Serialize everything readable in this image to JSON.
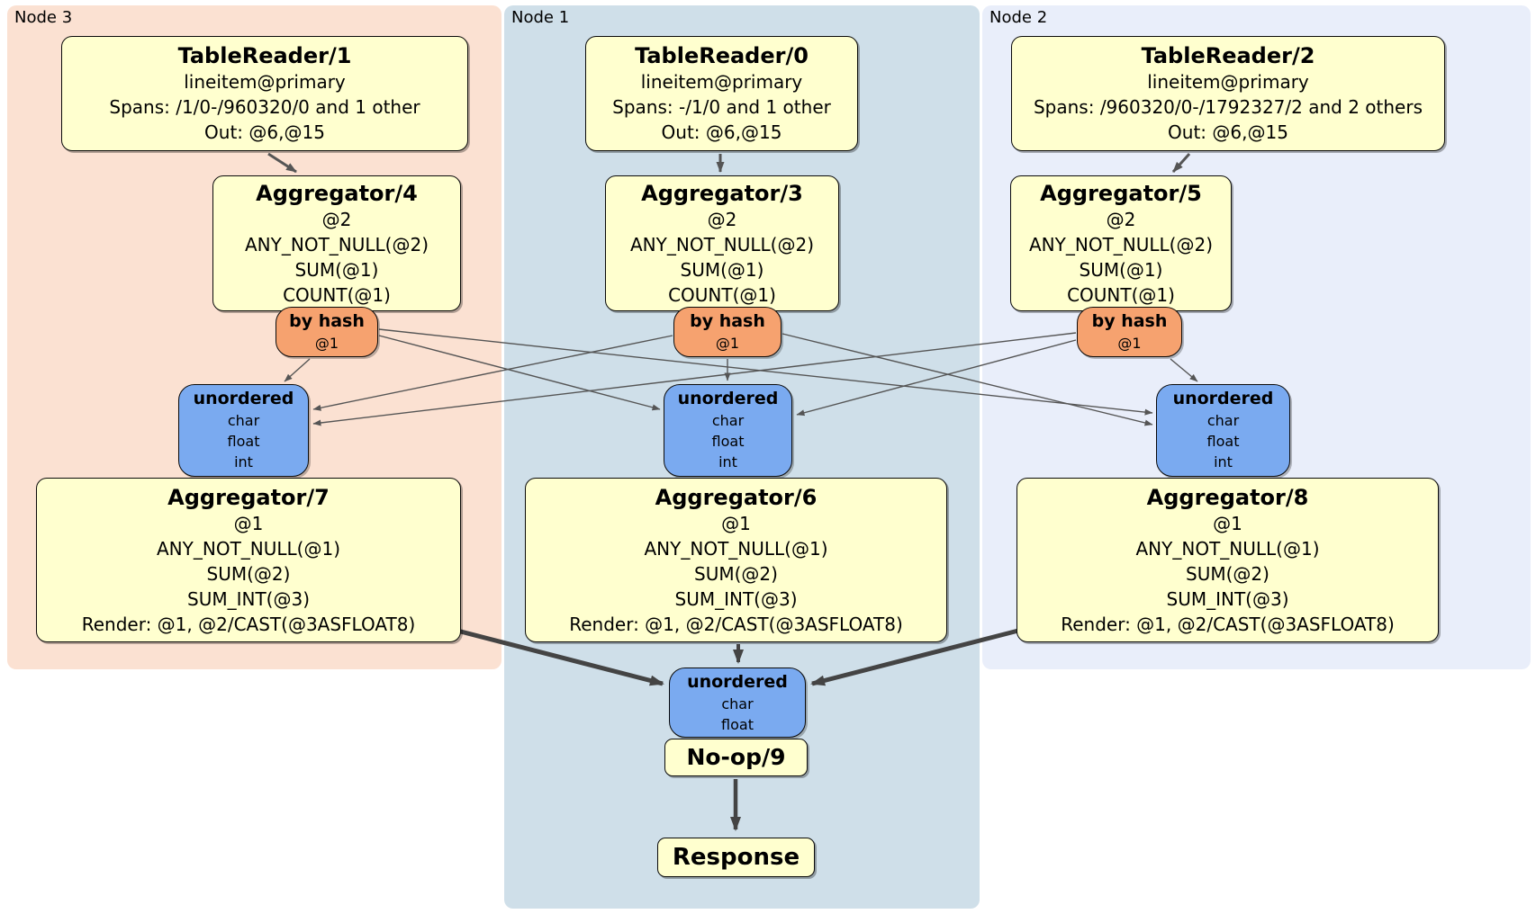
{
  "colors": {
    "node3_panel_bg": "#fbe1d2",
    "node1_panel_bg": "#cfdfe9",
    "node2_panel_bg": "#e9eefa",
    "processor_box_bg": "#ffffcf",
    "hash_router_bg": "#f6a26f",
    "sync_box_bg": "#7aaaf0",
    "edge_color": "#555555",
    "thick_edge_color": "#444444"
  },
  "nodes": [
    {
      "label": "Node 3",
      "table_reader": {
        "title": "TableReader/1",
        "index": "lineitem@primary",
        "spans": "Spans: /1/0-/960320/0 and 1 other",
        "out": "Out: @6,@15"
      },
      "pre_aggregator": {
        "title": "Aggregator/4",
        "group": "@2",
        "fns": [
          "ANY_NOT_NULL(@2)",
          "SUM(@1)",
          "COUNT(@1)"
        ]
      },
      "router": {
        "title": "by hash",
        "key": "@1"
      },
      "sync": {
        "title": "unordered",
        "streams": [
          "char",
          "float",
          "int"
        ]
      },
      "post_aggregator": {
        "title": "Aggregator/7",
        "group": "@1",
        "fns": [
          "ANY_NOT_NULL(@1)",
          "SUM(@2)",
          "SUM_INT(@3)"
        ],
        "render": "Render: @1, @2/CAST(@3ASFLOAT8)"
      }
    },
    {
      "label": "Node 1",
      "table_reader": {
        "title": "TableReader/0",
        "index": "lineitem@primary",
        "spans": "Spans: -/1/0 and 1 other",
        "out": "Out: @6,@15"
      },
      "pre_aggregator": {
        "title": "Aggregator/3",
        "group": "@2",
        "fns": [
          "ANY_NOT_NULL(@2)",
          "SUM(@1)",
          "COUNT(@1)"
        ]
      },
      "router": {
        "title": "by hash",
        "key": "@1"
      },
      "sync": {
        "title": "unordered",
        "streams": [
          "char",
          "float",
          "int"
        ]
      },
      "post_aggregator": {
        "title": "Aggregator/6",
        "group": "@1",
        "fns": [
          "ANY_NOT_NULL(@1)",
          "SUM(@2)",
          "SUM_INT(@3)"
        ],
        "render": "Render: @1, @2/CAST(@3ASFLOAT8)"
      }
    },
    {
      "label": "Node 2",
      "table_reader": {
        "title": "TableReader/2",
        "index": "lineitem@primary",
        "spans": "Spans: /960320/0-/1792327/2 and 2 others",
        "out": "Out: @6,@15"
      },
      "pre_aggregator": {
        "title": "Aggregator/5",
        "group": "@2",
        "fns": [
          "ANY_NOT_NULL(@2)",
          "SUM(@1)",
          "COUNT(@1)"
        ]
      },
      "router": {
        "title": "by hash",
        "key": "@1"
      },
      "sync": {
        "title": "unordered",
        "streams": [
          "char",
          "float",
          "int"
        ]
      },
      "post_aggregator": {
        "title": "Aggregator/8",
        "group": "@1",
        "fns": [
          "ANY_NOT_NULL(@1)",
          "SUM(@2)",
          "SUM_INT(@3)"
        ],
        "render": "Render: @1, @2/CAST(@3ASFLOAT8)"
      }
    }
  ],
  "final": {
    "sync": {
      "title": "unordered",
      "streams": [
        "char",
        "float"
      ]
    },
    "noop": {
      "title": "No-op/9"
    },
    "response": {
      "title": "Response"
    }
  }
}
